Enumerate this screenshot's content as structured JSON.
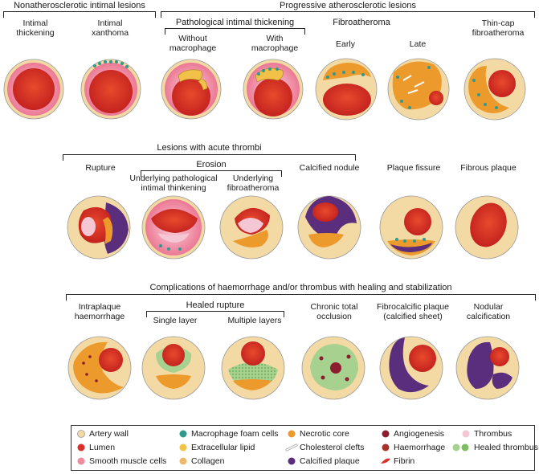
{
  "headers": {
    "nonathero": "Nonatherosclerotic intimal lesions",
    "progressive": "Progressive atherosclerotic lesions",
    "pit": "Pathological intimal thickening",
    "fibroatheroma": "Fibroatheroma",
    "acute": "Lesions with acute thrombi",
    "erosion": "Erosion",
    "complications": "Complications of haemorrhage and/or thrombus with healing and stabilization",
    "healed_rupture": "Healed rupture"
  },
  "row1": {
    "intimal_thickening": "Intimal\nthickening",
    "intimal_xanthoma": "Intimal\nxanthoma",
    "without_macrophage": "Without\nmacrophage",
    "with_macrophage": "With\nmacrophage",
    "early": "Early",
    "late": "Late",
    "thin_cap": "Thin-cap\nfibroatheroma"
  },
  "row2": {
    "rupture": "Rupture",
    "underlying_pit": "Underlying pathological\nintimal thinkening",
    "underlying_fa": "Underlying\nfibroatheroma",
    "calcified_nodule": "Calcified nodule",
    "plaque_fissure": "Plaque fissure",
    "fibrous_plaque": "Fibrous plaque"
  },
  "row3": {
    "intraplaque": "Intraplaque\nhaemorrhage",
    "single_layer": "Single layer",
    "multiple_layers": "Multiple layers",
    "cto": "Chronic total\nocclusion",
    "fibrocalcific": "Fibrocalcific plaque\n(calcified sheet)",
    "nodular": "Nodular\ncalcification"
  },
  "legend": {
    "artery_wall": "Artery wall",
    "lumen": "Lumen",
    "smc": "Smooth muscle cells",
    "foam": "Macrophage foam cells",
    "lipid": "Extracellular lipid",
    "collagen": "Collagen",
    "necrotic": "Necrotic core",
    "clefts": "Cholesterol clefts",
    "calcified": "Calcified plaque",
    "angio": "Angiogenesis",
    "haemorrhage": "Haemorrhage",
    "fibrin": "Fibrin",
    "thrombus": "Thrombus",
    "healed_thrombus": "Healed thrombus"
  },
  "colors": {
    "wall": "#f3d9a4",
    "lumen": "#d9302a",
    "smc": "#ef8aa0",
    "foam": "#2f9a8c",
    "lipid": "#f2c248",
    "necrotic": "#ec9a2c",
    "calcified": "#5b2d7d",
    "angio": "#8c1d2f",
    "thrombus": "#f5c6d4",
    "healed": "#a6d18f"
  }
}
